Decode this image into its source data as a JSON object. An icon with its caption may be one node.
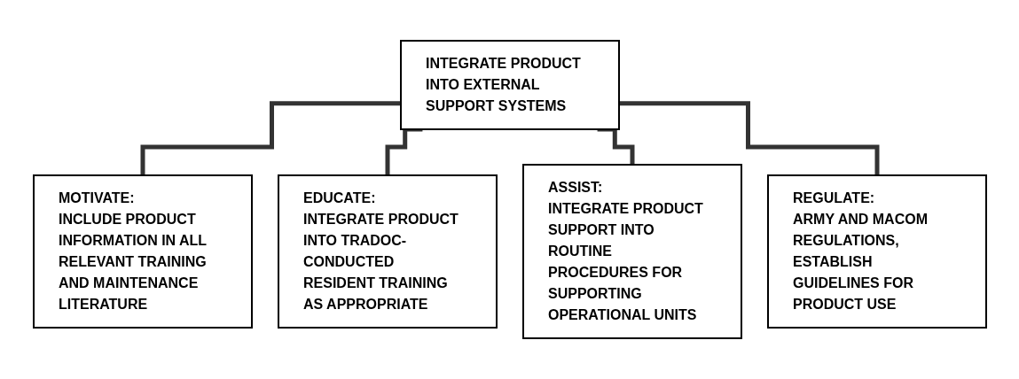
{
  "diagram": {
    "nodes": [
      {
        "text": [
          "INTEGRATE PRODUCT INTO EXTERNAL SUPPORT SYSTEMS"
        ]
      },
      {
        "text": [
          "MOTIVATE:",
          "INCLUDE PRODUCT INFORMATION IN ALL RELEVANT TRAINING AND MAINTENANCE LITERATURE"
        ]
      },
      {
        "text": [
          "EDUCATE:",
          "INTEGRATE PRODUCT INTO TRADOC-CONDUCTED RESIDENT TRAINING AS APPROPRIATE"
        ]
      },
      {
        "text": [
          "ASSIST:",
          "INTEGRATE PRODUCT SUPPORT INTO ROUTINE PROCEDURES FOR SUPPORTING OPERATIONAL UNITS"
        ]
      },
      {
        "text": [
          "REGULATE:",
          "ARMY AND MACOM REGULATIONS, ESTABLISH GUIDELINES FOR PRODUCT USE"
        ]
      }
    ],
    "edges": [
      {
        "from": 0,
        "to": 1,
        "arrow": "none"
      },
      {
        "from": 0,
        "to": 2,
        "arrow": "none"
      },
      {
        "from": 0,
        "to": 3,
        "arrow": "none"
      },
      {
        "from": 0,
        "to": 4,
        "arrow": "none"
      }
    ]
  }
}
